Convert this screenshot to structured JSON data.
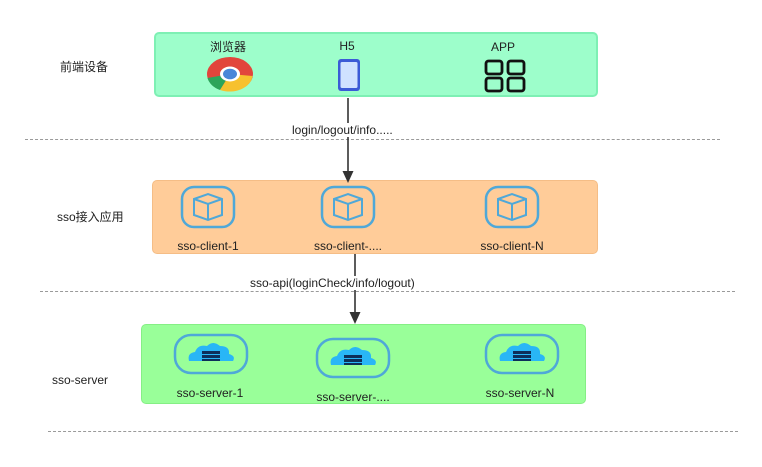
{
  "layers": {
    "devices": {
      "label": "前端设备"
    },
    "clients": {
      "label": "sso接入应用"
    },
    "servers": {
      "label": "sso-server"
    }
  },
  "devices": [
    {
      "label": "浏览器",
      "icon": "chrome-browser-icon"
    },
    {
      "label": "H5",
      "icon": "mobile-phone-icon"
    },
    {
      "label": "APP",
      "icon": "app-grid-icon"
    }
  ],
  "clients": [
    {
      "label": "sso-client-1",
      "icon": "app-container-icon"
    },
    {
      "label": "sso-client-....",
      "icon": "app-container-icon"
    },
    {
      "label": "sso-client-N",
      "icon": "app-container-icon"
    }
  ],
  "servers": [
    {
      "label": "sso-server-1",
      "icon": "cloud-server-icon"
    },
    {
      "label": "sso-server-....",
      "icon": "cloud-server-icon"
    },
    {
      "label": "sso-server-N",
      "icon": "cloud-server-icon"
    }
  ],
  "edges": {
    "devices_to_clients": "login/logout/info.....",
    "clients_to_server": "sso-api(loginCheck/info/logout)"
  },
  "colors": {
    "devices_fill": "#9dfecb",
    "clients_fill": "#ffcc99",
    "servers_fill": "#99ff99",
    "icon_blue": "#4fa8d8"
  }
}
